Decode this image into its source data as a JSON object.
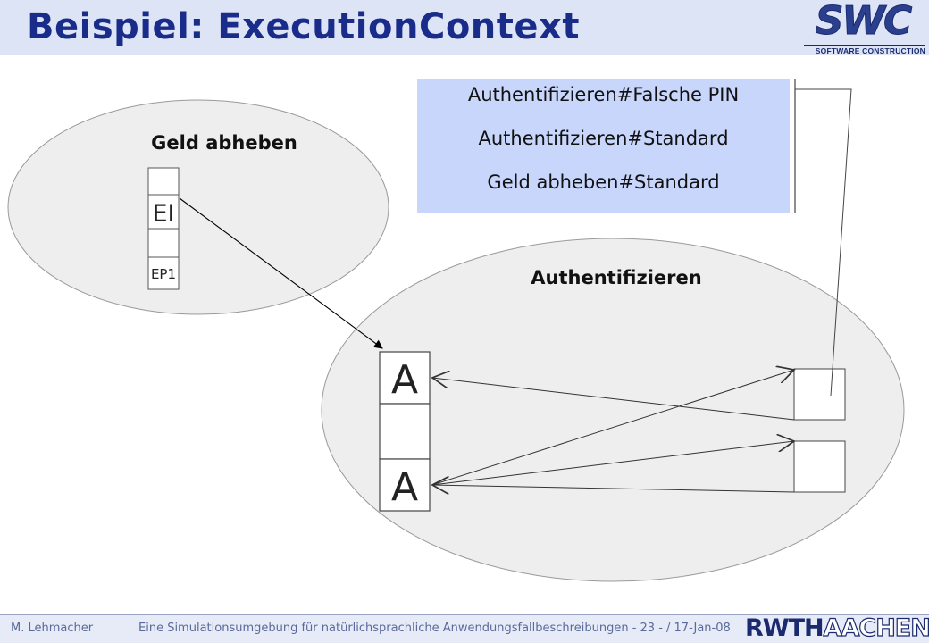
{
  "slide": {
    "title": "Beispiel: ExecutionContext"
  },
  "logo": {
    "swc_letters": "SWC",
    "swc_subtitle": "SOFTWARE CONSTRUCTION",
    "university_part1": "RWTH",
    "university_part2": "AACHEN"
  },
  "context_list": [
    "Authentifizieren#Falsche PIN",
    "Authentifizieren#Standard",
    "Geld abheben#Standard"
  ],
  "diagram": {
    "usecase_left": {
      "title": "Geld abheben",
      "cells": [
        "",
        "EI",
        "",
        "EP1"
      ]
    },
    "usecase_right": {
      "title": "Authentifizieren",
      "cells": [
        "A",
        "",
        "A"
      ]
    }
  },
  "footer": {
    "author": "M. Lehmacher",
    "text": "Eine Simulationsumgebung für natürlichsprachliche Anwendungsfallbeschreibungen  - 23 - / 17-Jan-08"
  },
  "colors": {
    "title": "#1a2c8a",
    "header_band": "#dde4f6",
    "context_box": "#c8d6fb",
    "ellipse_fill": "#eeeeee",
    "footer_text": "#5a6a9a"
  }
}
